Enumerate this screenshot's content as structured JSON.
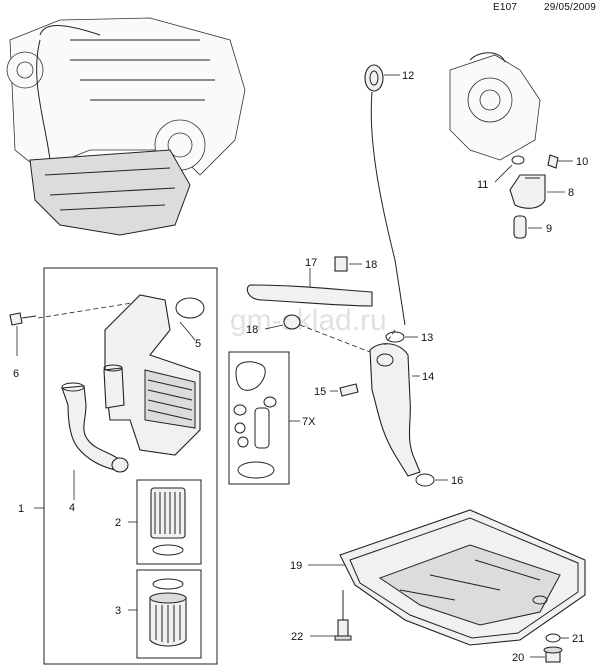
{
  "header": {
    "code": "E107",
    "date": "29/05/2009"
  },
  "watermark": "gm-sklad.ru",
  "callouts": {
    "c1": "1",
    "c2": "2",
    "c3": "3",
    "c4": "4",
    "c5": "5",
    "c6": "6",
    "c7x": "7X",
    "c8": "8",
    "c9": "9",
    "c10": "10",
    "c11": "11",
    "c12": "12",
    "c13": "13",
    "c14": "14",
    "c15": "15",
    "c16": "16",
    "c17": "17",
    "c18a": "18",
    "c18b": "18",
    "c19": "19",
    "c20": "20",
    "c21": "21",
    "c22": "22"
  }
}
